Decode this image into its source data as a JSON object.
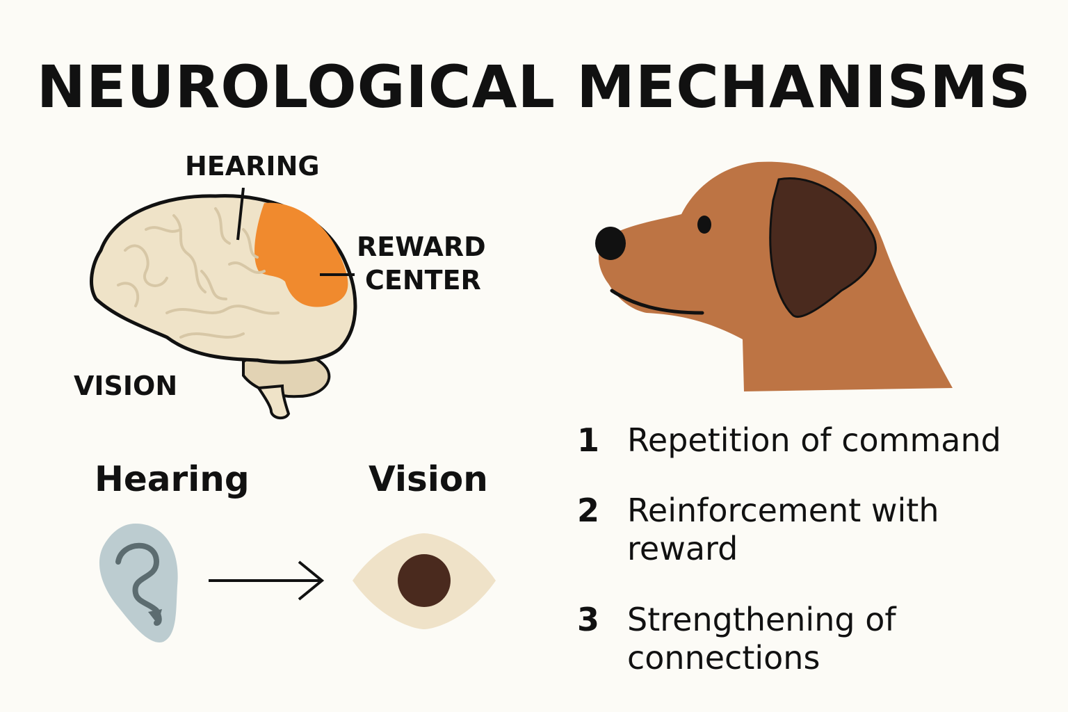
{
  "title": "NEUROLOGICAL MECHANISMS",
  "brain": {
    "label_hearing": "HEARING",
    "label_reward_line1": "REWARD",
    "label_reward_line2": "CENTER",
    "label_vision": "VISION"
  },
  "senses": {
    "hearing": "Hearing",
    "vision": "Vision"
  },
  "steps": [
    {
      "num": "1",
      "text": "Repetition of command"
    },
    {
      "num": "2",
      "text": "Reinforcement with reward"
    },
    {
      "num": "3",
      "text": "Strengthening of connections"
    }
  ],
  "colors": {
    "background": "#fcfbf6",
    "brain_fill": "#efe3c8",
    "reward_area": "#f08a2e",
    "dog_fur": "#bd7444",
    "dog_ear": "#4a2a1e",
    "ear_fill": "#bcccd0",
    "eye_fill": "#efe2c8",
    "pupil": "#4a2a1e"
  }
}
